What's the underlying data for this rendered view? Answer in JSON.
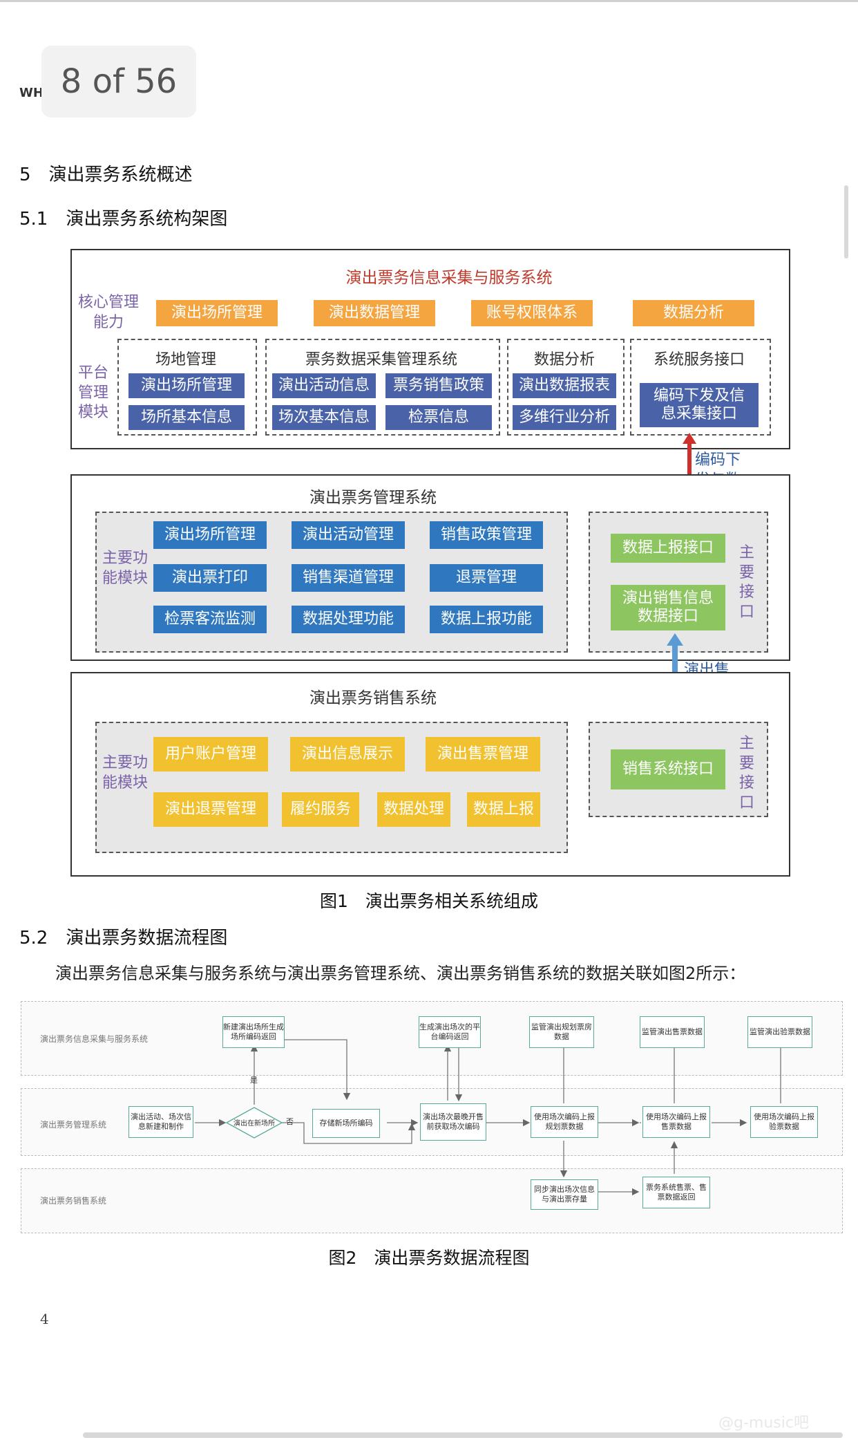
{
  "page_indicator": "8 of 56",
  "header_fragment": "WH,",
  "section5": "5　演出票务系统概述",
  "section51": "5.1　演出票务系统构架图",
  "diagram1": {
    "top_system_title": "演出票务信息采集与服务系统",
    "core_label": "核心管理能力",
    "core_items": [
      "演出场所管理",
      "演出数据管理",
      "账号权限体系",
      "数据分析"
    ],
    "platform_label": "平台管理模块",
    "platform_groups": [
      {
        "title": "场地管理",
        "items": [
          "演出场所管理",
          "场所基本信息"
        ]
      },
      {
        "title": "票务数据采集管理系统",
        "items": [
          "演出活动信息",
          "票务销售政策",
          "场次基本信息",
          "检票信息"
        ]
      },
      {
        "title": "数据分析",
        "items": [
          "演出数据报表",
          "多维行业分析"
        ]
      },
      {
        "title": "系统服务接口",
        "items": [
          "编码下发及信息采集接口"
        ]
      }
    ],
    "arrow1_label": "编码下发与数据上报",
    "mgmt_system_title": "演出票务管理系统",
    "mgmt_func_label": "主要功能模块",
    "mgmt_items": [
      "演出场所管理",
      "演出活动管理",
      "销售政策管理",
      "演出票打印",
      "销售渠道管理",
      "退票管理",
      "检票客流监测",
      "数据处理功能",
      "数据上报功能"
    ],
    "mgmt_iface_label": "主要接口",
    "mgmt_ifaces": [
      "数据上报接口",
      "演出销售信息数据接口"
    ],
    "arrow2_label": "演出售票数据交互",
    "sales_system_title": "演出票务销售系统",
    "sales_func_label": "主要功能模块",
    "sales_row1": [
      "用户账户管理",
      "演出信息展示",
      "演出售票管理"
    ],
    "sales_row2": [
      "演出退票管理",
      "履约服务",
      "数据处理",
      "数据上报"
    ],
    "sales_iface_label": "主要接口",
    "sales_iface": "销售系统接口",
    "colors": {
      "orange": "#f4a540",
      "blue": "#4a62a8",
      "green": "#8dc561",
      "yellow": "#f2c12f",
      "red_arrow": "#d0302b",
      "blue_arrow": "#5b9bd5"
    }
  },
  "fig1_caption": "图1　演出票务相关系统组成",
  "section52": "5.2　演出票务数据流程图",
  "paragraph": "演出票务信息采集与服务系统与演出票务管理系统、演出票务销售系统的数据关联如图2所示：",
  "diagram2": {
    "lanes": [
      "演出票务信息采集与服务系统",
      "演出票务管理系统",
      "演出票务销售系统"
    ],
    "boxes": {
      "new_venue": "新建演出场所生成场所编码返回",
      "gen_code": "生成演出场次的平台编码返回",
      "mon_plan": "监管演出规划票房数据",
      "mon_sales": "监管演出售票数据",
      "mon_check": "监管演出验票数据",
      "create": "演出活动、场次信息新建和制作",
      "decision": "演出在新场所",
      "yes": "是",
      "no": "否",
      "store": "存储新场所编码",
      "fetch": "演出场次最晚开售前获取场次编码",
      "use_plan": "使用场次编码上报规划票数据",
      "use_sales": "使用场次编码上报售票数据",
      "use_check": "使用场次编码上报验票数据",
      "sync": "同步演出场次信息与演出票存量",
      "ticket_back": "票务系统售票、售票数据返回"
    }
  },
  "fig2_caption": "图2　演出票务数据流程图",
  "page_number": "4",
  "watermark": "@g-music吧"
}
